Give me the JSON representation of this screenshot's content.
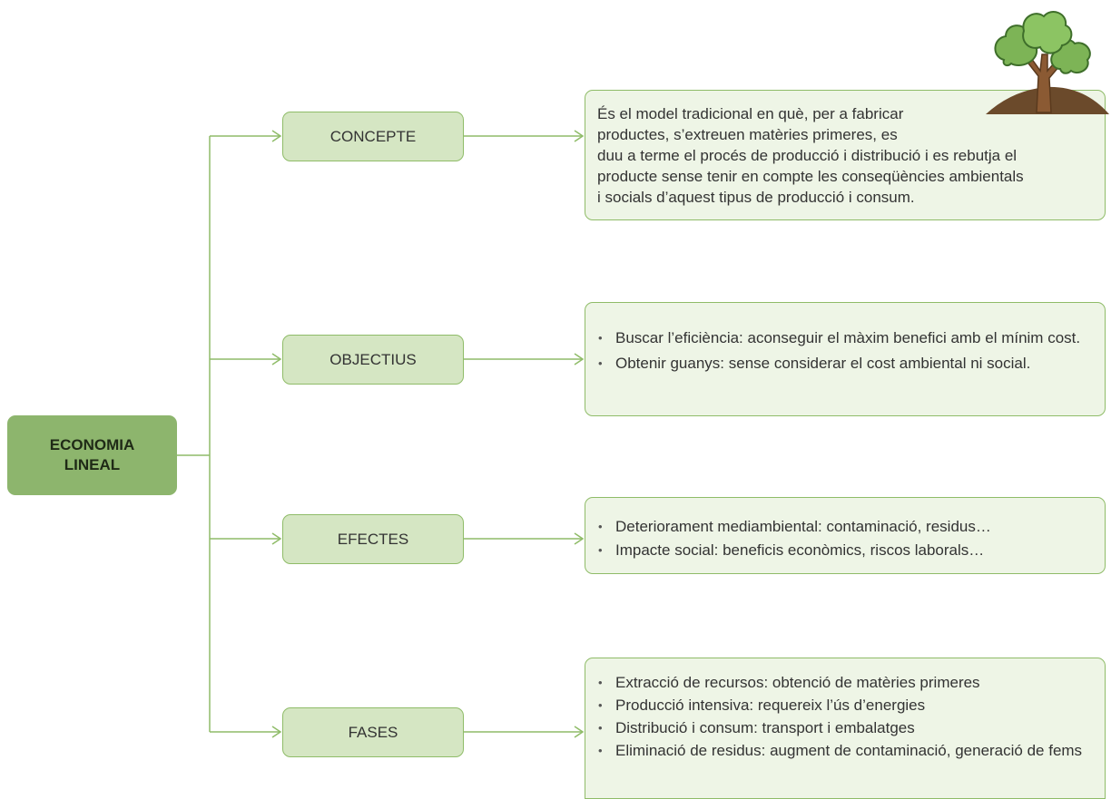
{
  "root": {
    "label": "ECONOMIA\nLINEAL"
  },
  "branches": [
    {
      "label": "CONCEPTE",
      "text_lines": [
        "És el model tradicional en què, per a fabricar",
        "productes, s’extreuen matèries primeres, es",
        "duu a terme el procés de producció i distribució i es rebutja el",
        "producte sense tenir en compte les conseqüències ambientals",
        "i socials d’aquest tipus de producció i consum."
      ]
    },
    {
      "label": "OBJECTIUS",
      "bullets": [
        "Buscar l’eficiència: aconseguir el màxim benefici amb el mínim cost.",
        "Obtenir guanys: sense considerar el cost ambiental ni social."
      ]
    },
    {
      "label": "EFECTES",
      "bullets": [
        "Deteriorament mediambiental: contaminació, residus…",
        "Impacte social: beneficis econòmics, riscos laborals…"
      ]
    },
    {
      "label": "FASES",
      "bullets": [
        "Extracció de recursos: obtenció de matèries primeres",
        "Producció intensiva: requereix l’ús d’energies",
        "Distribució i consum: transport i embalatges",
        "Eliminació de residus: augment de contaminació, generació de fems"
      ]
    }
  ],
  "colors": {
    "root_fill": "#8db56d",
    "node_fill": "#d5e6c3",
    "panel_fill": "#eef5e6",
    "connector": "#8fbc68"
  },
  "icons": [
    "tree-icon"
  ]
}
